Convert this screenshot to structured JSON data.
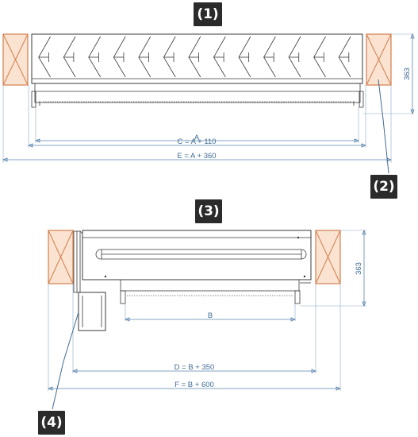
{
  "labels": {
    "view1": "(1)",
    "view2": "(2)",
    "view3": "(3)",
    "view4": "(4)"
  },
  "dimensions": {
    "top": {
      "a": "A",
      "c": "C = A + 110",
      "e": "E = A + 360",
      "height": "363"
    },
    "bottom": {
      "b": "B",
      "d": "D = B + 350",
      "f": "F = B + 600",
      "height": "363"
    }
  },
  "colors": {
    "dimension": "#3f6a94",
    "wall_fill": "#fbe3d2",
    "wall_stroke": "#d27e4c",
    "badge": "#2b2b2b"
  }
}
